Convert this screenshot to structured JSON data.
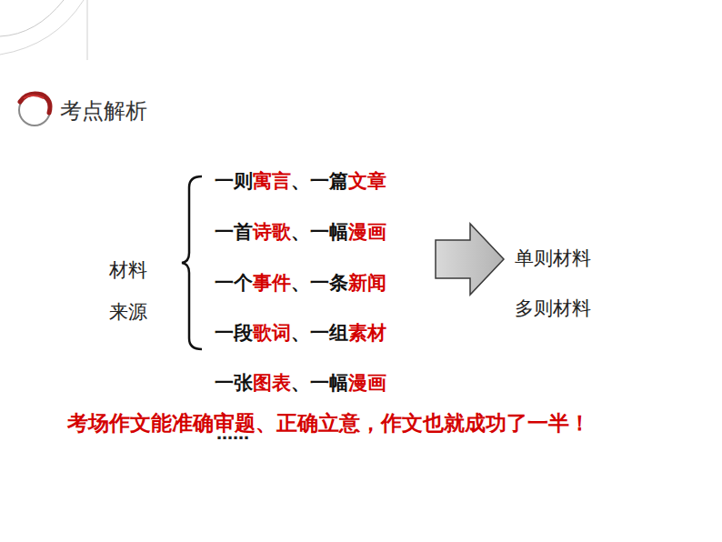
{
  "diagram": {
    "title": "考点解析",
    "labels": [
      "材料 来源",
      "一则寓言、一篇文章",
      "一首诗歌、一幅漫画",
      "一个事件、一条新闻",
      "一段歌词、一组素材",
      "一张图表、一幅漫画",
      "……",
      "单则材料",
      "多则材料",
      "考场作文能准确审题、正确立意，作文也就成功了一半！"
    ]
  }
}
